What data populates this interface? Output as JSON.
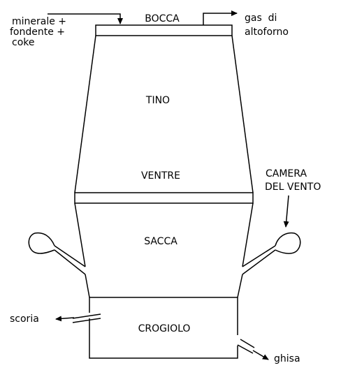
{
  "sections": {
    "top": "BOCCA",
    "stack": "TINO",
    "belly": "VENTRE",
    "bosh": "SACCA",
    "hearth": "CROGIOLO"
  },
  "inputs": {
    "line1": "minerale +",
    "line2": "fondente +",
    "line3": "coke"
  },
  "gas_out": {
    "line1": "gas  di",
    "line2": "altoforno"
  },
  "tuyere_chamber": {
    "line1": "CAMERA",
    "line2": "DEL VENTO"
  },
  "outputs": {
    "slag": "scoria",
    "iron": "ghisa"
  }
}
